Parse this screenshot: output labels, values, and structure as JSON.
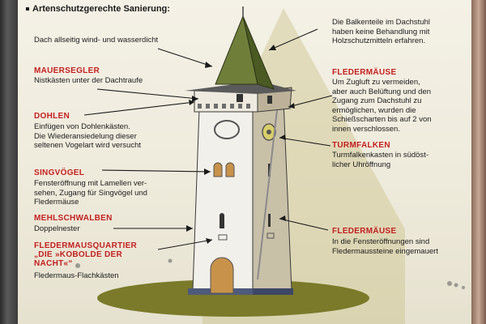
{
  "title": "Artenschutzgerechte Sanierung:",
  "labels": {
    "dach": "Dach allseitig wind- und wasserdicht",
    "balken": "Die Balkenteile im Dachstuhl\nhaben keine Behandlung mit\nHolzschutzmitteln erfahren.",
    "mauersegler_head": "MAUERSEGLER",
    "mauersegler_text": "Nistkästen unter der Dachtraufe",
    "dohlen_head": "DOHLEN",
    "dohlen_text": "Einfügen von Dohlenkästen.\nDie Wiederansiedelung dieser\nseltenen Vogelart wird versucht",
    "singvoegel_head": "SINGVÖGEL",
    "singvoegel_text": "Fensteröffnung mit Lamellen ver-\nsehen, Zugang für Singvögel und\nFledermäuse",
    "mehlschwalben_head": "MEHLSCHWALBEN",
    "mehlschwalben_text": "Doppelnester",
    "quartier_head": "FLEDERMAUSQUARTIER\n„DIE »KOBOLDE DER\nNACHT«“",
    "quartier_text": "Fledermaus-Flachkästen",
    "fledermaeuse1_head": "FLEDERMÄUSE",
    "fledermaeuse1_text": "Um Zugluft zu vermeiden,\naber auch Belüftung und den\nZugang zum Dachstuhl zu\nermöglichen, wurden die\nSchießscharten bis auf 2 von\ninnen verschlossen.",
    "turmfalken_head": "TURMFALKEN",
    "turmfalken_text": "Turmfalkenkasten in südöst-\nlicher Uhröffnung",
    "fledermaeuse2_head": "FLEDERMÄUSE",
    "fledermaeuse2_text": "In die Fensteröffnungen sind\nFledermaussteine eingemauert"
  },
  "colors": {
    "heading": "#c41f1f",
    "roof": "#6f7f3a",
    "tower_wall": "#f2f0ea",
    "tower_side": "#c9c0a8",
    "door": "#c8924a",
    "ground": "#7a7a2a"
  }
}
